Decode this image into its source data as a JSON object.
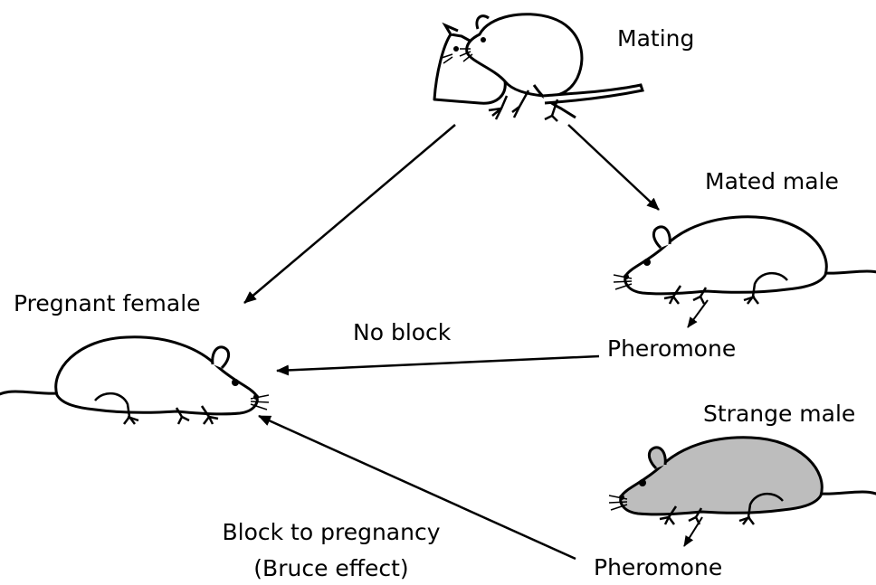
{
  "labels": {
    "mating": "Mating",
    "mated_male": "Mated male",
    "pregnant_female": "Pregnant female",
    "no_block": "No block",
    "pheromone_mated": "Pheromone",
    "strange_male": "Strange male",
    "block_line1": "Block to pregnancy",
    "block_line2": "(Bruce effect)",
    "pheromone_strange": "Pheromone"
  },
  "colors": {
    "line": "#000000",
    "mouse_fill": "#ffffff",
    "strange_male_fill": "#bdbdbd"
  }
}
